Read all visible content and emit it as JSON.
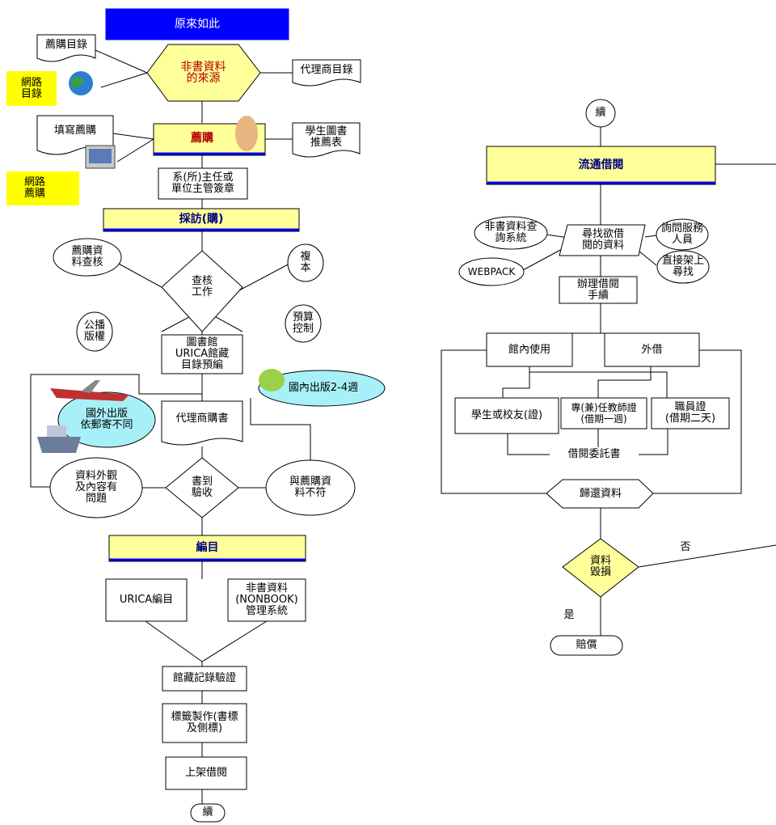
{
  "banner": "原來如此",
  "left": {
    "catalog": "薦購目錄",
    "nonbook_source": "非書資料\n的來源",
    "agent_catalog": "代理商目錄",
    "web_catalog": "網路\n目錄",
    "fill_form": "填寫薦購",
    "recommend": "薦購",
    "student_form": "學生圖書\n推薦表",
    "web_recommend": "網路\n薦購",
    "dept_stamp": "系(所)主任或\n單位主管簽章",
    "acquisition": "採訪(購)",
    "rec_review": "薦購資\n料查核",
    "duplicate": "複\n本",
    "check_work": "查核\n工作",
    "copyright": "公播\n版權",
    "budget": "預算\n控制",
    "urica_preorder": "圖書館\nURICA館藏\n目錄預編",
    "domestic": "國內出版2-4週",
    "foreign": "國外出版\n依郵寄不同",
    "agent_purchase": "代理商購書",
    "appearance_issue": "資料外觀\n及內容有\n問題",
    "arrival_check": "書到\n驗收",
    "mismatch": "與薦購資\n料不符",
    "cataloging": "編目",
    "urica_catalog": "URICA編目",
    "nonbook_system": "非書資料\n(NONBOOK)\n管理系統",
    "holdings_verify": "館藏記錄驗證",
    "label_make": "標籤製作(書標\n及側標)",
    "shelving": "上架借閱",
    "continue": "續"
  },
  "right": {
    "continue": "續",
    "circulation": "流通借閱",
    "nonbook_query": "非書資料查\n詢系統",
    "find_material": "尋找欲借\n閱的資料",
    "ask_staff": "詢問服務\n人員",
    "webpack": "WEBPACK",
    "shelf_search": "直接架上\n尋找",
    "borrow_procedure": "辦理借閱\n手續",
    "in_library": "館內使用",
    "external": "外借",
    "student_alumni": "學生或校友(證)",
    "faculty": "專(兼)任教師證\n(借期一週)",
    "staff_card": "職員證\n(借期二天)",
    "proxy_letter": "借閱委託書",
    "return": "歸還資料",
    "damaged": "資料\n毀損",
    "no": "否",
    "yes": "是",
    "compensate": "賠償"
  },
  "colors": {
    "banner": "#0000ff",
    "highlight": "#ffff99",
    "sticky": "#ffff00",
    "cloud": "#a8f0f8",
    "diamond_yellow": "#ffff99"
  }
}
